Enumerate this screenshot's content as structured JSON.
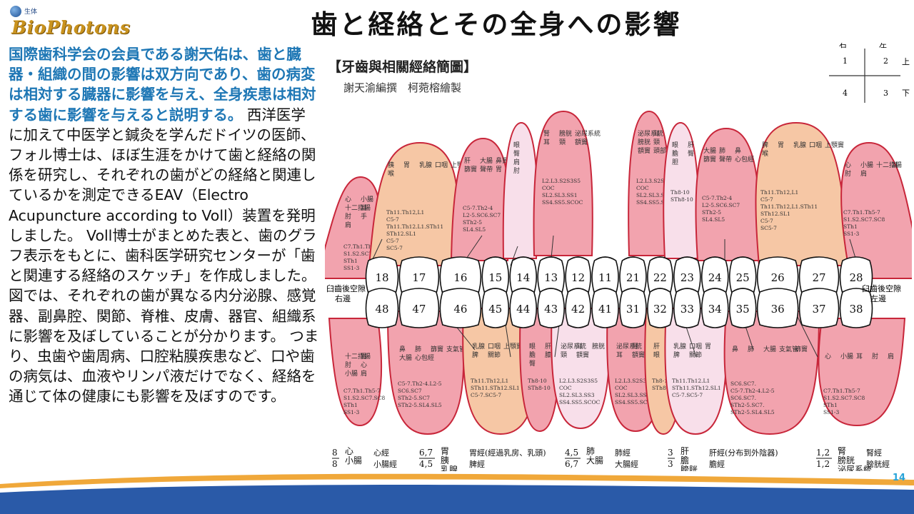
{
  "slide": {
    "title": "歯と経絡とその全身への影響",
    "logo_small": "生体",
    "logo_brand": "BioPhotons",
    "page_number": "14"
  },
  "body": {
    "blue_text": "国際歯科学会の会員である謝天佑は、歯と臓器・組織の間の影響は双方向であり、歯の病変は相対する臓器に影響を与え、全身疾患は相対する歯に影響を与えると説明する。",
    "black_text_1": " 西洋医学に加えて中医学と鍼灸を学んだドイツの医師、フォル博士は、ほぼ生涯をかけて歯と経絡の関係を研究し、それぞれの歯がどの経絡と関連しているかを測定できるEAV（Electro Acupuncture according to Voll）装置を発明しました。 Voll博士がまとめた表と、歯のグラフ表示をもとに、歯科医学研究センターが「歯と関連する経絡のスケッチ」を作成しました。",
    "black_text_2": "図では、それぞれの歯が異なる内分泌腺、感覚器、副鼻腔、関節、脊椎、皮膚、器官、組織系に影響を及ぼしていることが分かります。 つまり、虫歯や歯周病、口腔粘膜疾患など、口や歯の病気は、血液やリンパ液だけでなく、経絡を通じて体の健康にも影響を及ぼすのです。"
  },
  "diagram": {
    "chart_title": "【牙齒與相關經絡簡圖】",
    "credits": "謝天渝編撰　柯菀榕繪製",
    "quadrant": {
      "right_label": "右",
      "left_label": "左",
      "up_label": "上",
      "down_label": "下",
      "q1": "1",
      "q2": "2",
      "q3": "3",
      "q4": "4"
    },
    "side_right": [
      "臼齒後空隙",
      "右邊"
    ],
    "side_left": [
      "臼齒後空隙",
      "左邊"
    ],
    "upper_teeth": [
      "18",
      "17",
      "16",
      "15",
      "14",
      "13",
      "12",
      "11",
      "21",
      "22",
      "23",
      "24",
      "25",
      "26",
      "27",
      "28"
    ],
    "lower_teeth": [
      "48",
      "47",
      "46",
      "45",
      "44",
      "43",
      "42",
      "41",
      "31",
      "32",
      "33",
      "34",
      "35",
      "36",
      "37",
      "38"
    ],
    "upper_band_colors": [
      "#f2a3ae",
      "#f6c7a5",
      "#f2a3ae",
      "#f8dfea",
      "#f2a3ae",
      "#f2a3ae",
      "#f8dfea",
      "#f2a3ae",
      "#f6c7a5",
      "#f2a3ae"
    ],
    "lower_band_colors": [
      "#f2a3ae",
      "#f2a3ae",
      "#f6c7a5",
      "#f2a3ae",
      "#f8dfea",
      "#f2a3ae",
      "#f6c7a5",
      "#f8dfea",
      "#f2a3ae",
      "#f2a3ae"
    ],
    "upper_labels": [
      [
        "心",
        "小腸",
        "十二指腸",
        "耳",
        "肘",
        "手",
        "肩"
      ],
      [
        "胰",
        "胃",
        "乳腺",
        "口咽",
        "上顎竇",
        "喉"
      ],
      [
        "肝",
        "大腸",
        "鼻竇",
        "篩竇",
        "聲帶",
        "胃"
      ],
      [
        "眼",
        "臀",
        "肩",
        "肘"
      ],
      [
        "腎",
        "膀胱",
        "泌尿系統",
        "耳",
        "頸",
        "額竇"
      ],
      [
        "泌尿系統",
        "耳",
        "膀胱",
        "頸",
        "額竇",
        "頭部"
      ],
      [
        "眼",
        "肝",
        "膽",
        "臀",
        "胆"
      ],
      [
        "大腸",
        "肺",
        "鼻",
        "篩竇",
        "聲帶",
        "心包經"
      ],
      [
        "脾",
        "胃",
        "乳腺",
        "口咽",
        "上顎竇",
        "喉"
      ],
      [
        "心",
        "小腸",
        "十二指腸",
        "耳",
        "肘",
        "肩"
      ]
    ],
    "lower_labels": [
      [
        "十二指腸",
        "胃",
        "肘",
        "心",
        "小腸",
        "肩"
      ],
      [
        "鼻",
        "肺",
        "篩竇",
        "支氣管",
        "大腸",
        "心包經"
      ],
      [
        "乳腺",
        "口咽",
        "上顎竇",
        "胃",
        "脾",
        "關節"
      ],
      [
        "眼",
        "肝",
        "膽",
        "膝",
        "臀"
      ],
      [
        "泌尿系統",
        "耳",
        "膀胱",
        "頸",
        "額竇"
      ],
      [
        "泌尿系統",
        "腎",
        "膀胱",
        "耳",
        "額竇",
        "頸"
      ],
      [
        "肝",
        "膽",
        "眼",
        "臀"
      ],
      [
        "乳腺",
        "口咽",
        "胃",
        "脾",
        "關節"
      ],
      [
        "鼻",
        "肺",
        "大腸",
        "支氣管",
        "篩竇"
      ],
      [
        "心",
        "小腸",
        "耳",
        "肘",
        "肩"
      ]
    ],
    "upper_spine": [
      "C7.Th1.Th5-7 S1.S2.SC7.SC8 STh1 SS1-3",
      "Th11.Th12,L1 C5-7 Th11.Th12.L1.STh11 STh12.SL1 C5-7 SC5-7",
      "C5-7.Th2-4 L2-5.SC6.SC7 STh2-5 SL4.SL5",
      "",
      "L2.L3.S2S3S5 COC SL2.SL3.SS1 SS4.SS5.SCOC",
      "L2.L3.S2S3S5 COC SL2.SL3.SS3 SS4.SS5.SCOC",
      "Th8-10 STh8-10",
      "C5-7.Th2-4 L2-5.SC6.SC7 STh2-5 SL4.SL5",
      "Th11.Th12,L1 C5-7 Th11.Th12,L1.STh11 STh12.SL1 C5-7 SC5-7",
      "C7.Th1.Th5-7 S1.S2.SC7.SC8 STh1 SS1-3"
    ],
    "lower_spine": [
      "C7.Th1.Th5-7 S1.S2.SC7.SC8 STh1 SS1-3",
      "C5-7.Th2-4.L2-5 SC6.SC7 STh2-5.SC7 STh2-5.SL4.SL5",
      "Th11.Th12,L1 STh11.STh12.SL1 C5-7.SC5-7",
      "Th8-10 STh8-10",
      "L2.L3.S2S3S5 COC SL2.SL3.SS3 SS4.SS5.SCOC",
      "L2.L3.S2S3S5 COC SL2.SL3.SS3 SS4.SS5.SCOC",
      "Th8-10 STh8-10",
      "Th11.Th12.L1 STh11.STh12.SL1 C5-7.SC5-7",
      "SC6.SC7. C5-7.Th2-4.L2-5 SC6.SC7. STh2-5.SC7. STh2-5.SL4.SL5",
      "C7.Th1.Th5-7 S1.S2.SC7.SC8 STh1 SS1-3"
    ],
    "legend": [
      {
        "nums": [
          "8",
          "8"
        ],
        "organs": [
          "心",
          "小腸"
        ],
        "meridians": [
          "心經",
          "小腸經"
        ],
        "note": ""
      },
      {
        "nums": [
          "6,7",
          "4,5"
        ],
        "organs": [
          "胃",
          "胰",
          "乳腺"
        ],
        "meridians": [
          "胃經(經過乳房、乳頭)",
          "脾經"
        ],
        "note": ""
      },
      {
        "nums": [
          "4,5",
          "6,7"
        ],
        "organs": [
          "肺",
          "大腸"
        ],
        "meridians": [
          "肺經",
          "大腸經"
        ],
        "note": ""
      },
      {
        "nums": [
          "3",
          "3"
        ],
        "organs": [
          "肝",
          "膽",
          "膀胱"
        ],
        "meridians": [
          "肝經(分布到外陰器)",
          "膽經"
        ],
        "note": ""
      },
      {
        "nums": [
          "1,2",
          "1,2"
        ],
        "organs": [
          "腎",
          "膀胱",
          "泌尿系統"
        ],
        "meridians": [
          "腎經",
          "膀胱經"
        ],
        "note": ""
      }
    ]
  }
}
